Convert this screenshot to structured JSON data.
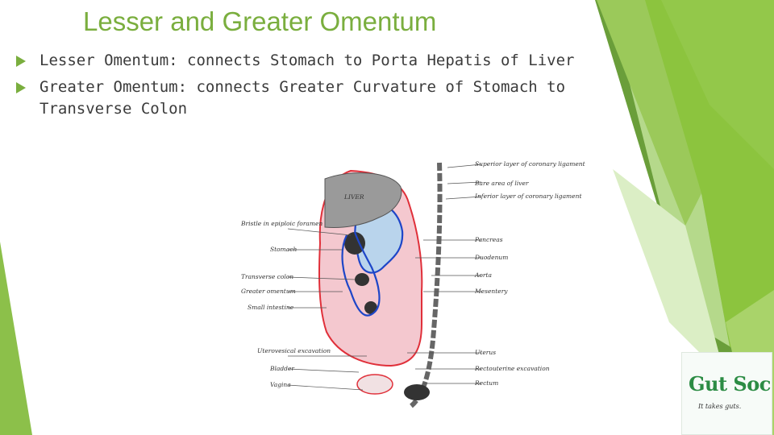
{
  "slide": {
    "title": "Lesser and Greater Omentum",
    "bullets": [
      {
        "label": "Lesser Omentum:",
        "text": " connects Stomach to Porta Hepatis of Liver"
      },
      {
        "label": "Greater Omentum:",
        "text": " connects Greater Curvature of Stomach to Transverse Colon"
      }
    ]
  },
  "diagram": {
    "organ_label": "LIVER",
    "left_labels": [
      "Bristle in epiploic foramen",
      "Stomach",
      "Transverse colon",
      "Greater omentum",
      "Small intestine",
      "Uterovesical excavation",
      "Bladder",
      "Vagina"
    ],
    "right_labels": [
      "Superior layer of coronary ligament",
      "Bare area of liver",
      "Inferior layer of coronary ligament",
      "Pancreas",
      "Duodenum",
      "Aorta",
      "Mesentery",
      "Uterus",
      "Rectouterine excavation",
      "Rectum"
    ]
  },
  "logo": {
    "name": "Gut Soc",
    "tagline": "It takes guts."
  },
  "colors": {
    "accent": "#7aae3e",
    "text": "#3b3b3b",
    "peritoneum_red": "#e0303a",
    "sac_blue": "#1e46c8",
    "cavity_pink": "#f4c8cf",
    "lesser_sac_blue": "#b9d4ec"
  }
}
